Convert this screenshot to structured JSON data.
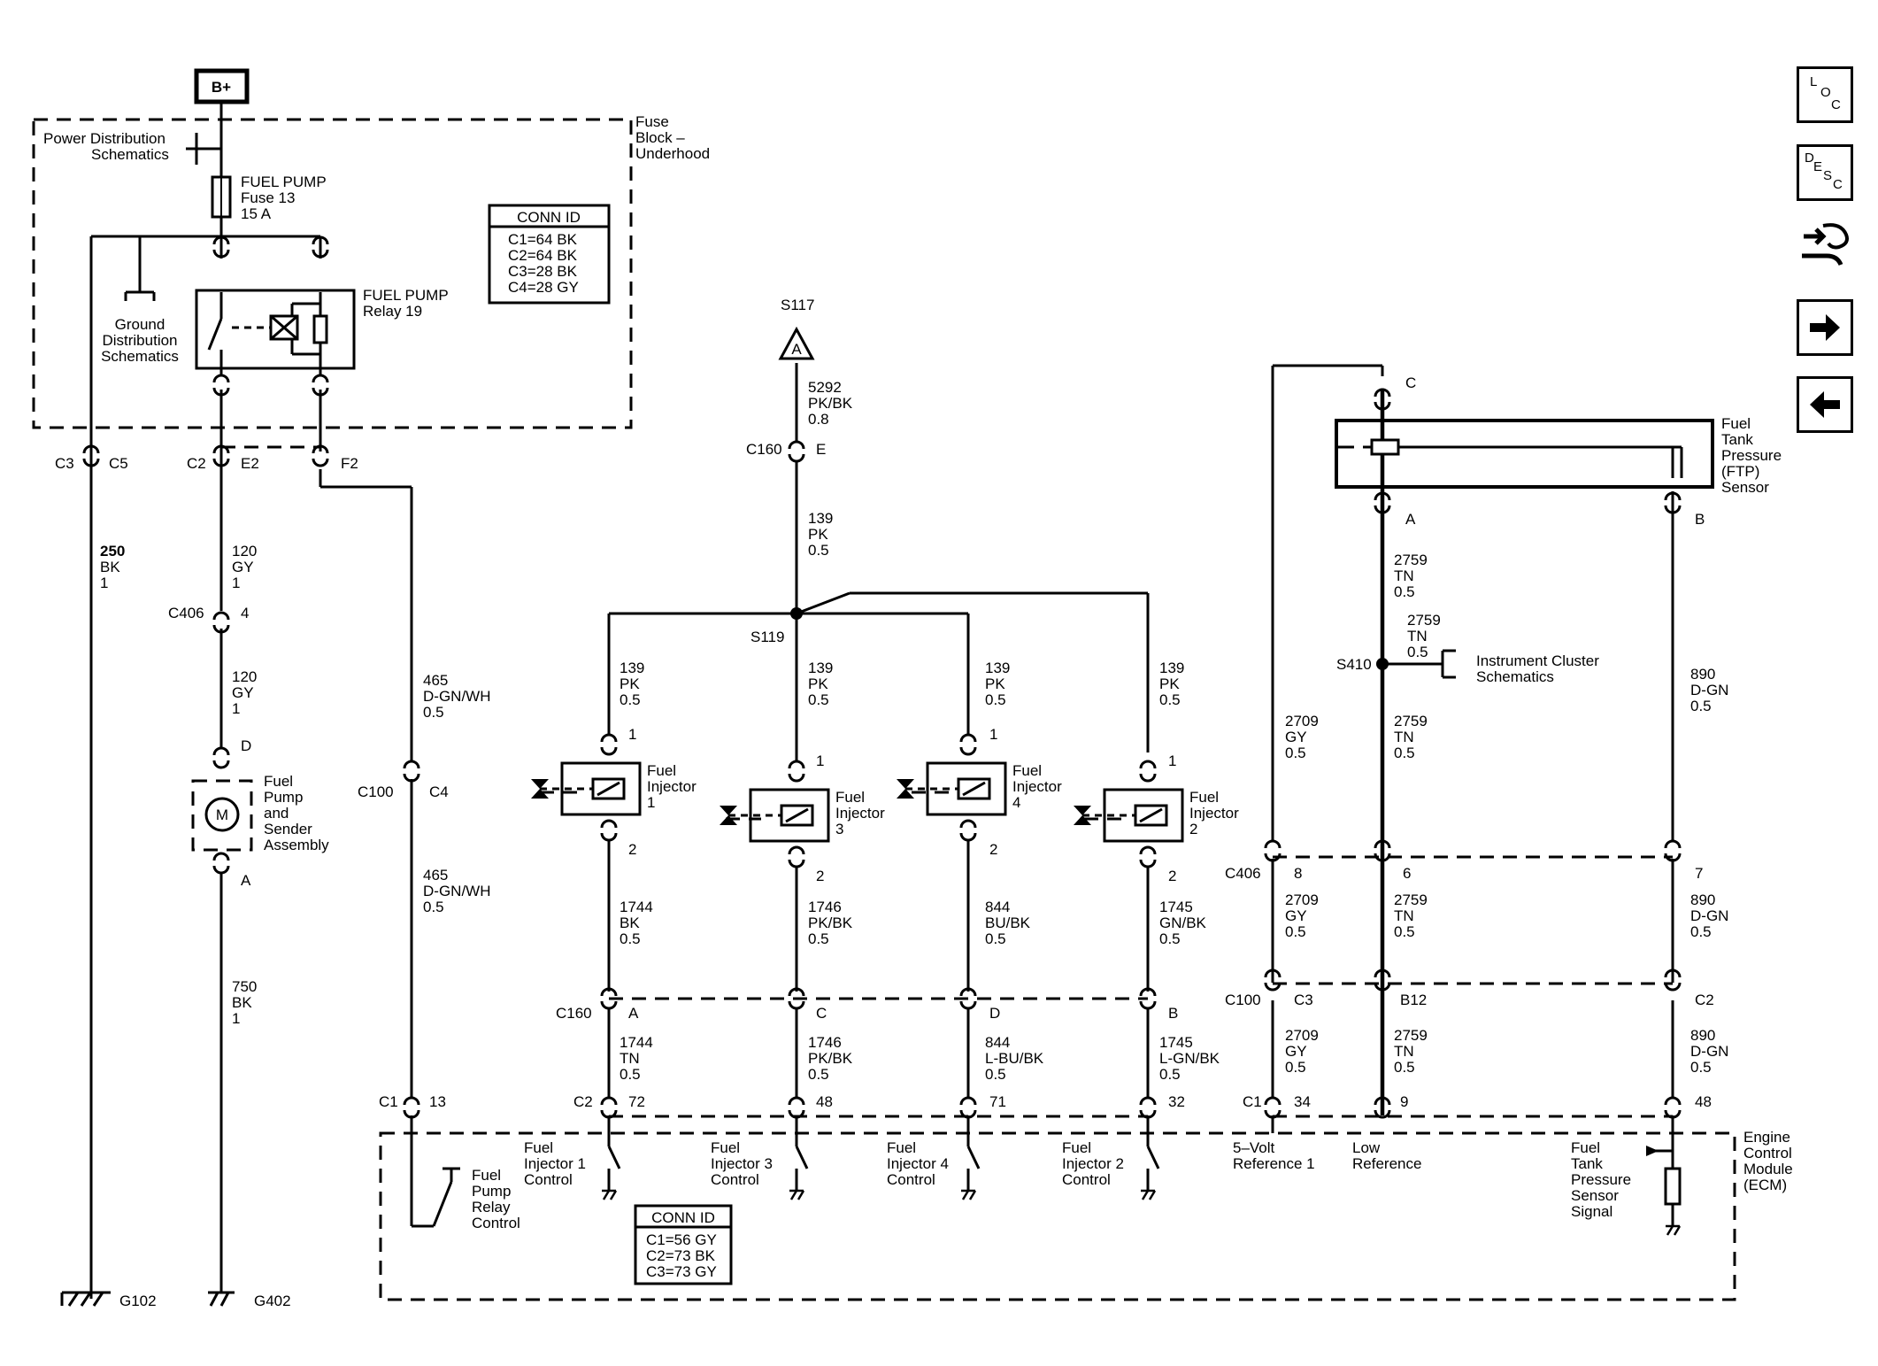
{
  "power": {
    "bplus": "B+",
    "power_dist_line1": "Power Distribution",
    "power_dist_line2": "Schematics"
  },
  "fuse_block": {
    "line1": "Fuse",
    "line2": "Block –",
    "line3": "Underhood"
  },
  "fuse": {
    "line1": "FUEL PUMP",
    "line2": "Fuse 13",
    "line3": "15 A"
  },
  "relay": {
    "line1": "FUEL PUMP",
    "line2": "Relay 19"
  },
  "ground_dist": {
    "line1": "Ground",
    "line2": "Distribution",
    "line3": "Schematics"
  },
  "conn_id_top": {
    "title": "CONN ID",
    "rows": [
      "C1=64 BK",
      "C2=64 BK",
      "C3=28 BK",
      "C4=28 GY"
    ]
  },
  "conn_id_bottom": {
    "title": "CONN ID",
    "rows": [
      "C1=56 GY",
      "C2=73 BK",
      "C3=73 GY"
    ]
  },
  "connectors": {
    "c3": "C3",
    "c5": "C5",
    "c2": "C2",
    "e2": "E2",
    "f2": "F2",
    "c406": "C406",
    "c406_pin4": "4",
    "motor_d": "D",
    "motor_a": "A",
    "c100": "C100",
    "c100_c4": "C4",
    "c1": "C1",
    "c1_13": "13",
    "s117": "S117",
    "s117_a": "A",
    "c160_top": "C160",
    "c160_e": "E",
    "s119": "S119",
    "ftp_c": "C",
    "ftp_a": "A",
    "ftp_b": "B",
    "s410": "S410",
    "c406_right": "C406",
    "pin8": "8",
    "pin6": "6",
    "pin7": "7",
    "c100_right": "C100",
    "c100_c3": "C3",
    "c100_b12": "B12",
    "c100_c2": "C2",
    "c160_bottom": "C160",
    "c160_a": "A",
    "c160_c": "C",
    "c160_d": "D",
    "c160_b": "B",
    "c2_bottom": "C2",
    "pin72": "72",
    "pin48a": "48",
    "pin71": "71",
    "pin32": "32",
    "c1_right": "C1",
    "pin34": "34",
    "pin9": "9",
    "pin48b": "48",
    "inj_pin1": "1",
    "inj_pin2": "2",
    "g102": "G102",
    "g402": "G402"
  },
  "wires": {
    "w250": [
      "250",
      "BK",
      "1"
    ],
    "w120a": [
      "120",
      "GY",
      "1"
    ],
    "w120b": [
      "120",
      "GY",
      "1"
    ],
    "w750": [
      "750",
      "BK",
      "1"
    ],
    "w465a": [
      "465",
      "D-GN/WH",
      "0.5"
    ],
    "w465b": [
      "465",
      "D-GN/WH",
      "0.5"
    ],
    "w5292": [
      "5292",
      "PK/BK",
      "0.8"
    ],
    "w139main": [
      "139",
      "PK",
      "0.5"
    ],
    "w139_1": [
      "139",
      "PK",
      "0.5"
    ],
    "w139_3": [
      "139",
      "PK",
      "0.5"
    ],
    "w139_4": [
      "139",
      "PK",
      "0.5"
    ],
    "w139_2": [
      "139",
      "PK",
      "0.5"
    ],
    "w1744a": [
      "1744",
      "BK",
      "0.5"
    ],
    "w1746a": [
      "1746",
      "PK/BK",
      "0.5"
    ],
    "w844a": [
      "844",
      "BU/BK",
      "0.5"
    ],
    "w1745a": [
      "1745",
      "GN/BK",
      "0.5"
    ],
    "w1744b": [
      "1744",
      "TN",
      "0.5"
    ],
    "w1746b": [
      "1746",
      "PK/BK",
      "0.5"
    ],
    "w844b": [
      "844",
      "L-BU/BK",
      "0.5"
    ],
    "w1745b": [
      "1745",
      "L-GN/BK",
      "0.5"
    ],
    "w2759a": [
      "2759",
      "TN",
      "0.5"
    ],
    "w2759b": [
      "2759",
      "TN",
      "0.5"
    ],
    "w2759c": [
      "2759",
      "TN",
      "0.5"
    ],
    "w2759d": [
      "2759",
      "TN",
      "0.5"
    ],
    "w2759e": [
      "2759",
      "TN",
      "0.5"
    ],
    "w2709a": [
      "2709",
      "GY",
      "0.5"
    ],
    "w2709b": [
      "2709",
      "GY",
      "0.5"
    ],
    "w2709c": [
      "2709",
      "GY",
      "0.5"
    ],
    "w890a": [
      "890",
      "D-GN",
      "0.5"
    ],
    "w890b": [
      "890",
      "D-GN",
      "0.5"
    ],
    "w890c": [
      "890",
      "D-GN",
      "0.5"
    ]
  },
  "components": {
    "fuel_pump": [
      "Fuel",
      "Pump",
      "and",
      "Sender",
      "Assembly"
    ],
    "motor": "M",
    "inj1": [
      "Fuel",
      "Injector",
      "1"
    ],
    "inj3": [
      "Fuel",
      "Injector",
      "3"
    ],
    "inj4": [
      "Fuel",
      "Injector",
      "4"
    ],
    "inj2": [
      "Fuel",
      "Injector",
      "2"
    ],
    "ftp": [
      "Fuel",
      "Tank",
      "Pressure",
      "(FTP)",
      "Sensor"
    ],
    "instrument": [
      "Instrument Cluster",
      "Schematics"
    ],
    "ecm": [
      "Engine",
      "Control",
      "Module",
      "(ECM)"
    ]
  },
  "ecm_internal": {
    "pump_relay": [
      "Fuel",
      "Pump",
      "Relay",
      "Control"
    ],
    "inj1": [
      "Fuel",
      "Injector 1",
      "Control"
    ],
    "inj3": [
      "Fuel",
      "Injector 3",
      "Control"
    ],
    "inj4": [
      "Fuel",
      "Injector 4",
      "Control"
    ],
    "inj2": [
      "Fuel",
      "Injector 2",
      "Control"
    ],
    "ref5v": [
      "5–Volt",
      "Reference 1"
    ],
    "lowref": [
      "Low",
      "Reference"
    ],
    "ftp_signal": [
      "Fuel",
      "Tank",
      "Pressure",
      "Sensor",
      "Signal"
    ]
  },
  "nav": {
    "loc": [
      "L",
      "O",
      "C"
    ],
    "desc": [
      "D",
      "E",
      "S",
      "C"
    ]
  }
}
